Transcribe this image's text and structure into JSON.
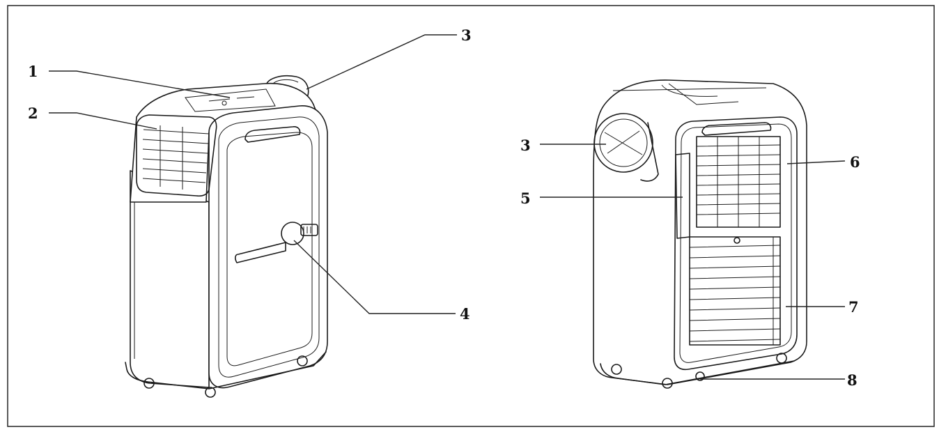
{
  "callouts": [
    {
      "id": "c1",
      "label": "1"
    },
    {
      "id": "c2",
      "label": "2"
    },
    {
      "id": "c3a",
      "label": "3"
    },
    {
      "id": "c4",
      "label": "4"
    },
    {
      "id": "c3b",
      "label": "3"
    },
    {
      "id": "c5",
      "label": "5"
    },
    {
      "id": "c6",
      "label": "6"
    },
    {
      "id": "c7",
      "label": "7"
    },
    {
      "id": "c8",
      "label": "8"
    }
  ],
  "colors": {
    "line": "#1a1a1a",
    "frame": "#222222",
    "background": "#ffffff"
  }
}
